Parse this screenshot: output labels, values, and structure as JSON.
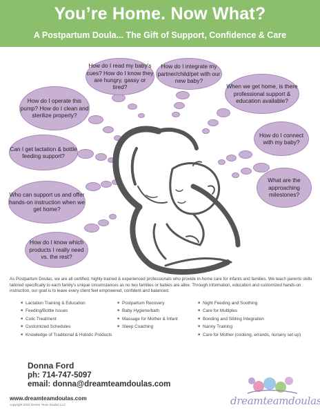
{
  "header": {
    "title": "You’re Home.  Now What?",
    "subtitle": "A Postpartum Doula...  The Gift of Support, Confidence & Care",
    "bg_color": "#8cbf6b"
  },
  "questions": [
    "How do I read my baby’s cues? How do I know they are hungry, gassy or tired?",
    "How do I integrate my partner/child/pet with our new baby?",
    "When we get home, is there professional support & education available?",
    "How do I operate this pump? How do I clean and sterilize properly?",
    "How do I connect with my baby?",
    "Can I get lactation & bottle feeding support?",
    "What are the approaching milestones?",
    "Who can support us and offer hands-on instruction when we get home?",
    "How do I know which products I really need vs. the rest?"
  ],
  "intro": "As Postpartum Doulas, we are all certified, highly-trained & experienced professionals who provide in-home care for infants and families. We teach parents skills tailored specifically to each family’s unique circumstances as no two families or babies are alike. Through information, education and customized hands-on instruction, our goal is to leave every client feel empowered, confident and balanced.",
  "services": {
    "col1": [
      "Lactation Training & Education",
      "Feeding/Bottle Issues",
      "Colic Treatment",
      "Customized Schedules",
      "Knowledge of Traditional & Holistic Products"
    ],
    "col2": [
      "Postpartum Recovery",
      "Baby Hygiene/bath",
      "Massage for Mother & Infant",
      "Sleep Coaching"
    ],
    "col3": [
      "Night Feeding and Soothing",
      "Care for Multiples",
      "Bonding and Sibling Integration",
      "Nanny Training",
      "Care for Mother (cooking, errands, nursery set up)"
    ]
  },
  "contact": {
    "name": "Donna Ford",
    "phone": "ph: 714-747-5097",
    "email": "email: donna@dreamteamdoulas.com"
  },
  "footer": {
    "website": "www.dreamteamdoulas.com",
    "copyright": "copyright 2016   Dream Team Doulas LLC"
  },
  "logo": {
    "text": "dreamteamdoulas"
  },
  "colors": {
    "cloud_fill": "#c9b1d3",
    "cloud_border": "#a889b8",
    "accent": "#7a5a8c"
  }
}
